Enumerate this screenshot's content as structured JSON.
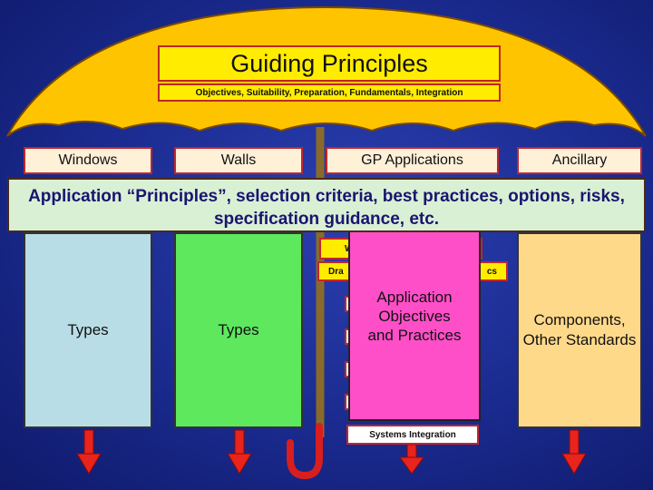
{
  "title": "Guiding Principles",
  "subtitle": "Objectives, Suitability, Preparation, Fundamentals, Integration",
  "columns": {
    "windows": "Windows",
    "walls": "Walls",
    "gp_applications": "GP Applications",
    "ancillary": "Ancillary"
  },
  "banner": {
    "line1": "Application “Principles”, selection criteria, best practices, options, risks,",
    "line2": "specification guidance, etc."
  },
  "panels": {
    "windows_types": "Types",
    "walls_types": "Types",
    "ancillary_text_line1": "Components,",
    "ancillary_text_line2": "Other Standards"
  },
  "gp_column": {
    "box_top_fragment": "W",
    "box_second_left": "Dra",
    "box_second_right": "cs",
    "systems_integration": "Systems Integration",
    "pink_line1": "Application",
    "pink_line2": "Objectives",
    "pink_line3": "and Practices"
  },
  "colors": {
    "background": "#1a2a8e",
    "umbrella": "#ffc400",
    "title_box": "#ffec00",
    "border_red": "#c0262b",
    "windows_panel": "#b9dde6",
    "walls_panel": "#5ee85e",
    "ancillary_panel": "#ffd98a",
    "pink_panel": "#ff4fc8",
    "banner": "#d9f0d4",
    "banner_text": "#1a1470",
    "arrow": "#e8241c"
  }
}
